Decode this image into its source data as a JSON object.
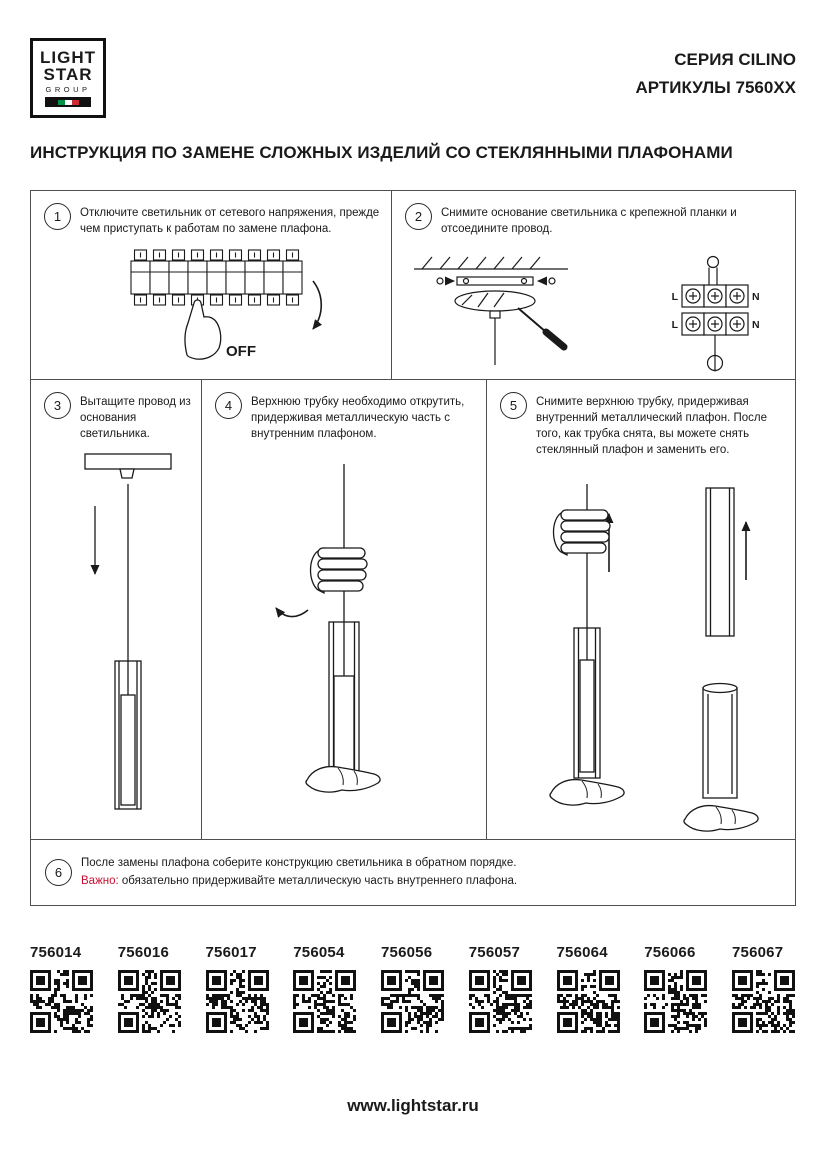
{
  "logo": {
    "line1": "LIGHT",
    "line2": "STAR",
    "line3": "GROUP"
  },
  "header": {
    "series": "СЕРИЯ CILINO",
    "articles": "АРТИКУЛЫ 7560XX"
  },
  "title": "ИНСТРУКЦИЯ ПО ЗАМЕНЕ СЛОЖНЫХ ИЗДЕЛИЙ СО СТЕКЛЯННЫМИ ПЛАФОНАМИ",
  "steps": [
    {
      "number": "1",
      "text": "Отключите светильник от сетевого напряжения, прежде чем приступать к работам по замене плафона.",
      "switch_label": "OFF"
    },
    {
      "number": "2",
      "text": "Снимите основание светильника с крепежной планки и отсоедините провод.",
      "terminal": {
        "tl": "L",
        "tr": "N",
        "bl": "L",
        "br": "N"
      }
    },
    {
      "number": "3",
      "text": "Вытащите провод из основания светильника."
    },
    {
      "number": "4",
      "text": "Верхнюю трубку необходимо открутить, придерживая металлическую часть с внутренним плафоном."
    },
    {
      "number": "5",
      "text": "Снимите верхнюю трубку, придерживая внутренний металлический плафон. После того, как трубка снята, вы можете снять стеклянный плафон и заменить его."
    },
    {
      "number": "6",
      "line1": "После замены плафона соберите конструкцию светильника в обратном порядке.",
      "important": "Важно:",
      "line2": "обязательно придерживайте металлическую часть внутреннего плафона."
    }
  ],
  "articles": [
    "756014",
    "756016",
    "756017",
    "756054",
    "756056",
    "756057",
    "756064",
    "756066",
    "756067"
  ],
  "footer": "www.lightstar.ru",
  "colors": {
    "important_red": "#c8102e",
    "line": "#1a1a1a"
  }
}
